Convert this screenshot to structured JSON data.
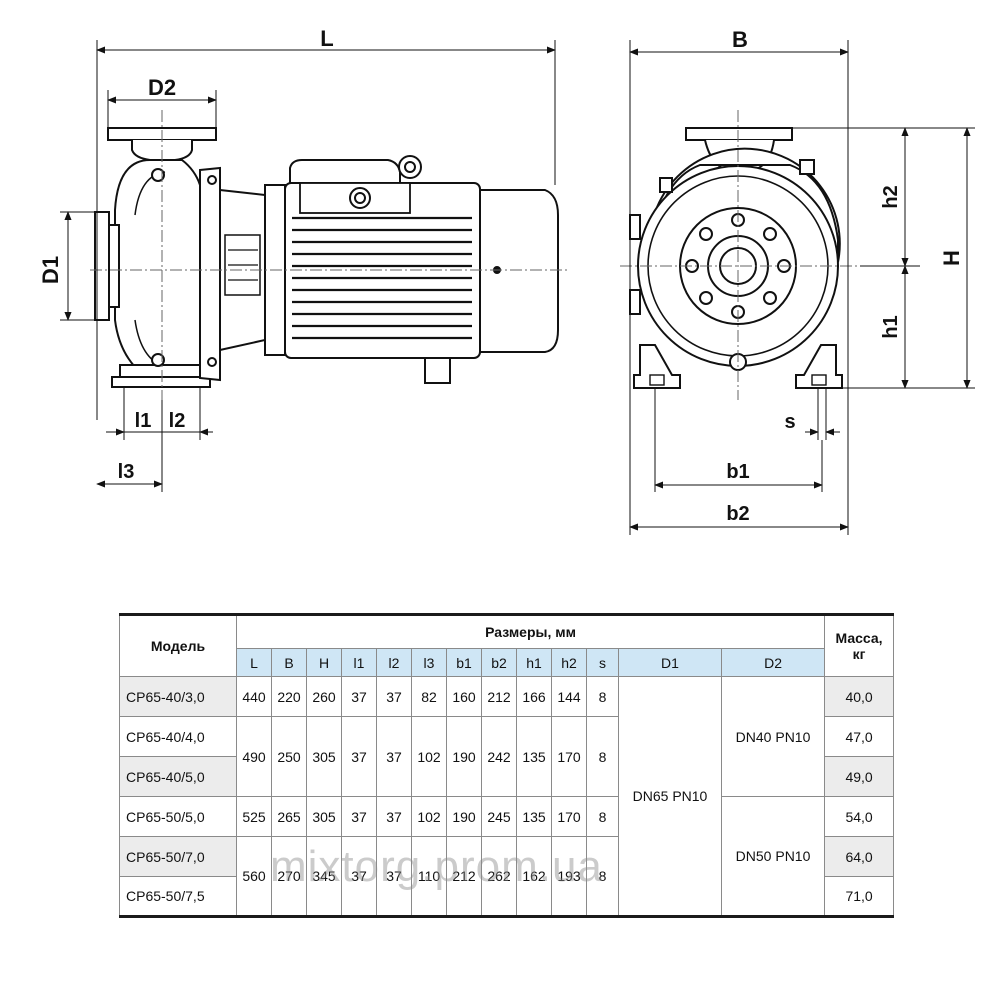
{
  "diagram": {
    "labels": {
      "L": "L",
      "D2": "D2",
      "D1": "D1",
      "l1": "l1",
      "l2": "l2",
      "l3": "l3",
      "B": "B",
      "h2": "h2",
      "h1": "h1",
      "H": "H",
      "s": "s",
      "b1": "b1",
      "b2": "b2"
    }
  },
  "table": {
    "header": {
      "model": "Модель",
      "dims_title": "Размеры, мм",
      "mass": "Масса,\nкг",
      "mass_line1": "Масса,",
      "mass_line2": "кг",
      "columns": [
        "L",
        "B",
        "H",
        "l1",
        "l2",
        "l3",
        "b1",
        "b2",
        "h1",
        "h2",
        "s",
        "D1",
        "D2"
      ]
    },
    "models": [
      "CP65-40/3,0",
      "CP65-40/4,0",
      "CP65-40/5,0",
      "CP65-50/5,0",
      "CP65-50/7,0",
      "CP65-50/7,5"
    ],
    "dim_groups": [
      [
        "440",
        "220",
        "260",
        "37",
        "37",
        "82",
        "160",
        "212",
        "166",
        "144",
        "8"
      ],
      [
        "490",
        "250",
        "305",
        "37",
        "37",
        "102",
        "190",
        "242",
        "135",
        "170",
        "8"
      ],
      [
        "525",
        "265",
        "305",
        "37",
        "37",
        "102",
        "190",
        "245",
        "135",
        "170",
        "8"
      ],
      [
        "560",
        "270",
        "345",
        "37",
        "37",
        "110",
        "212",
        "262",
        "162",
        "193",
        "8"
      ]
    ],
    "D1": "DN65 PN10",
    "D2": [
      "DN40 PN10",
      "DN50 PN10"
    ],
    "mass": [
      "40,0",
      "47,0",
      "49,0",
      "54,0",
      "64,0",
      "71,0"
    ]
  },
  "watermark": "mixtorg.prom.ua"
}
